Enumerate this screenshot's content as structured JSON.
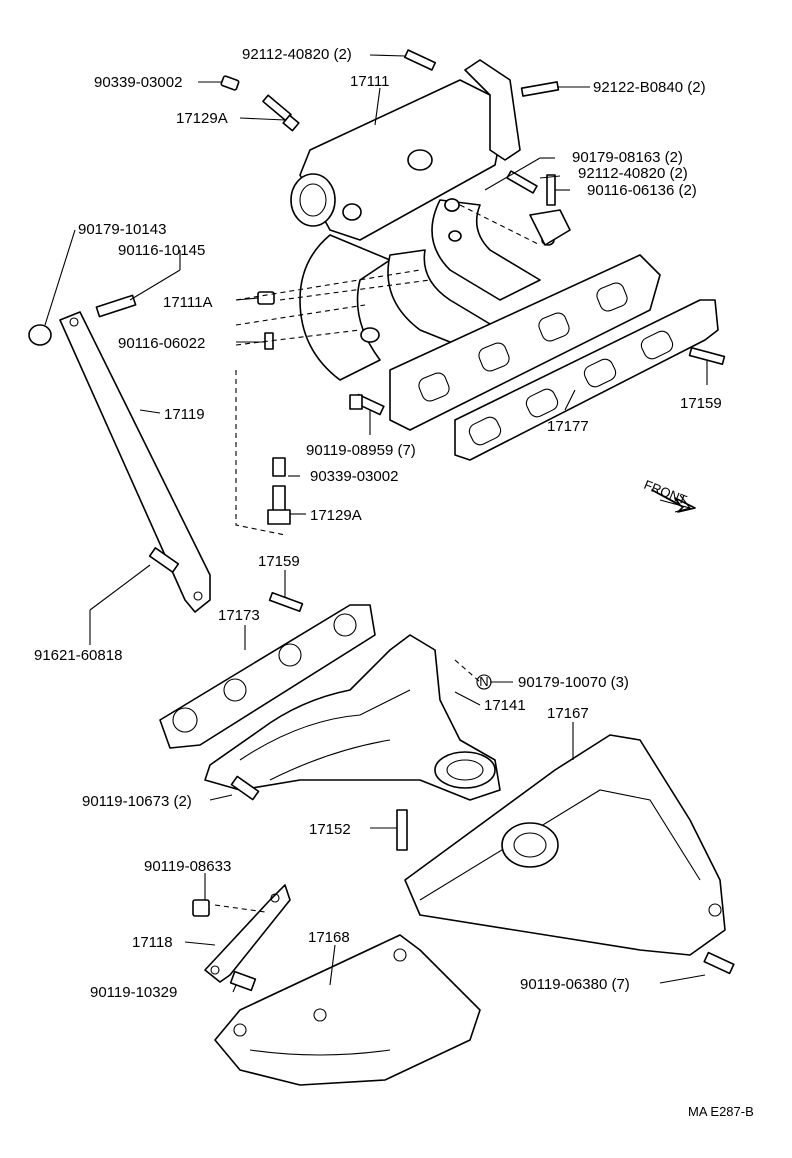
{
  "labels": {
    "p92112_top": "92112-40820 (2)",
    "p90339_top": "90339-03002",
    "p17111": "17111",
    "p92122": "92122-B0840 (2)",
    "p17129A_top": "17129A",
    "p90179_08163": "90179-08163 (2)",
    "p92112_mid": "92112-40820 (2)",
    "p90116_06136": "90116-06136 (2)",
    "p90179_10143": "90179-10143",
    "p90116_10145": "90116-10145",
    "p17111A": "17111A",
    "p90116_06022": "90116-06022",
    "p17119": "17119",
    "p17159_right": "17159",
    "p17177": "17177",
    "p90119_08959": "90119-08959 (7)",
    "p90339_mid": "90339-03002",
    "p17129A_mid": "17129A",
    "front": "FRONT",
    "p17159_mid": "17159",
    "p17173": "17173",
    "p91621": "91621-60818",
    "p90179_10070": "90179-10070 (3)",
    "p17141": "17141",
    "p17167": "17167",
    "p90119_10673": "90119-10673 (2)",
    "p17152": "17152",
    "p90119_08633": "90119-08633",
    "p17118": "17118",
    "p17168": "17168",
    "p90119_10329": "90119-10329",
    "p90119_06380": "90119-06380 (7)",
    "ref_code": "MA E287-B",
    "n_marker": "N"
  }
}
